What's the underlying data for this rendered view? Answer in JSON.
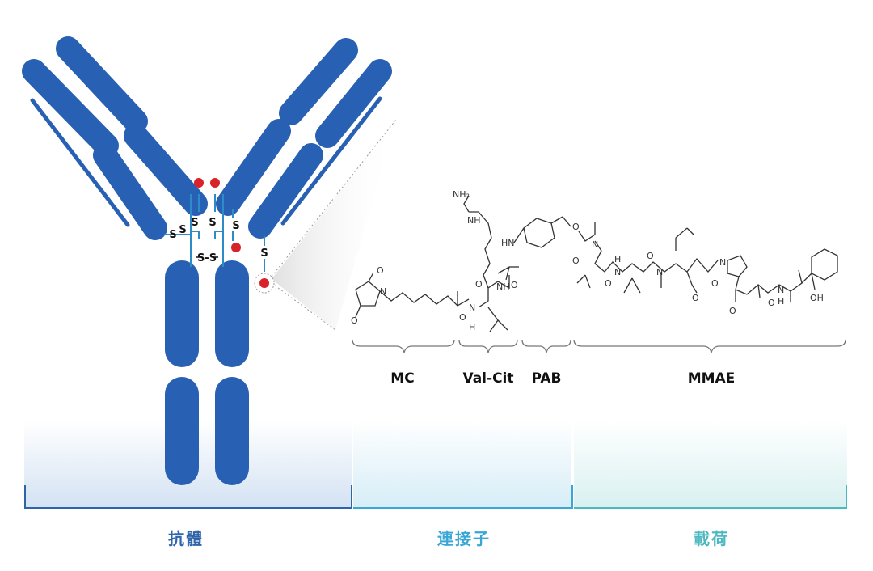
{
  "colors": {
    "antibody": "#2860b4",
    "antibody_dark": "#1f4f99",
    "linker_line": "#2b8cc8",
    "payload_dot": "#d9232a",
    "section_antibody": "#2f64a8",
    "section_linker": "#3aa6d6",
    "section_payload": "#4cb8bf"
  },
  "antibody": {
    "sulfur_label": "S",
    "disulfide_label": "S-S"
  },
  "segments": {
    "mc": "MC",
    "val_cit": "Val-Cit",
    "pab": "PAB",
    "mmae": "MMAE"
  },
  "molecule_labels": {
    "nh2": "NH₂",
    "nh": "NH",
    "hn": "HN",
    "n": "N",
    "h": "H",
    "o": "O",
    "oh": "OH"
  },
  "sections": {
    "antibody": "抗體",
    "linker": "連接子",
    "payload": "載荷"
  }
}
